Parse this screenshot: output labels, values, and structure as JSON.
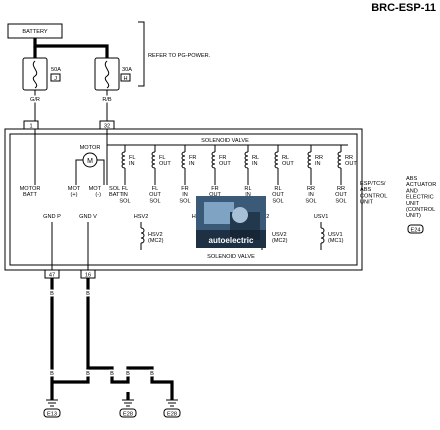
{
  "diagram_code": "BRC-ESP-11",
  "battery": "BATTERY",
  "refer_note": "REFER TO PG-POWER.",
  "fuses": [
    {
      "rating": "50A",
      "id": "J",
      "wire": "G/R"
    },
    {
      "rating": "30A",
      "id": "H",
      "wire": "R/B"
    }
  ],
  "top_connectors": [
    "1",
    "32"
  ],
  "motor": {
    "label": "MOTOR",
    "symbol": "M"
  },
  "solenoid_valve_label": "SOLENOID VALVE",
  "solenoids": [
    "FL\nIN",
    "FL\nOUT",
    "FR\nIN",
    "FR\nOUT",
    "RL\nIN",
    "RL\nOUT",
    "RR\nIN",
    "RR\nOUT"
  ],
  "terminals": [
    "MOTOR\nBATT",
    "MOT\n(+)",
    "MOT\n(-)",
    "SOL\nBATT",
    "FL\nIN\nSOL",
    "FL\nOUT\nSOL",
    "FR\nIN\nSOL",
    "FR\nOUT\nSOL",
    "RL\nIN\nSOL",
    "RL\nOUT\nSOL",
    "RR\nIN\nSOL",
    "RR\nOUT\nSOL"
  ],
  "unit_label": "ESP/TCS/\nABS\nCONTROL\nUNIT",
  "actuator_label": "ABS\nACTUATOR\nAND\nELECTRIC\nUNIT\n(CONTROL\nUNIT)",
  "actuator_connector": "E24",
  "lower_labels": [
    "GND P",
    "GND V",
    "HSV2",
    "HSV1",
    "USV2",
    "USV1"
  ],
  "lower_valves": [
    {
      "label": "HSV2\n(MC2)"
    },
    {
      "label": "USV2\n(MC2)"
    },
    {
      "label": "USV1\n(MC1)"
    }
  ],
  "lower_solenoid_label": "SOLENOID VALVE",
  "watermark": "autoelectric",
  "bottom_connectors": [
    "47",
    "16"
  ],
  "ground_wire": "B",
  "grounds": [
    "E13",
    "E28",
    "E28"
  ]
}
